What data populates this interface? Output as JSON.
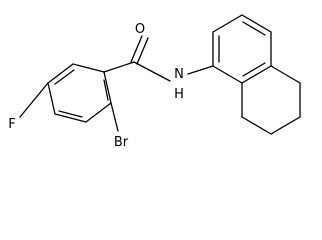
{
  "molecule": {
    "atoms": {
      "oxygen": "O",
      "amide_nitrogen": "N",
      "amide_hydrogen": "H",
      "bromine": "Br",
      "fluorine": "F"
    },
    "colors": {
      "bond": "#000000",
      "label": "#000000",
      "background": "#ffffff"
    }
  }
}
